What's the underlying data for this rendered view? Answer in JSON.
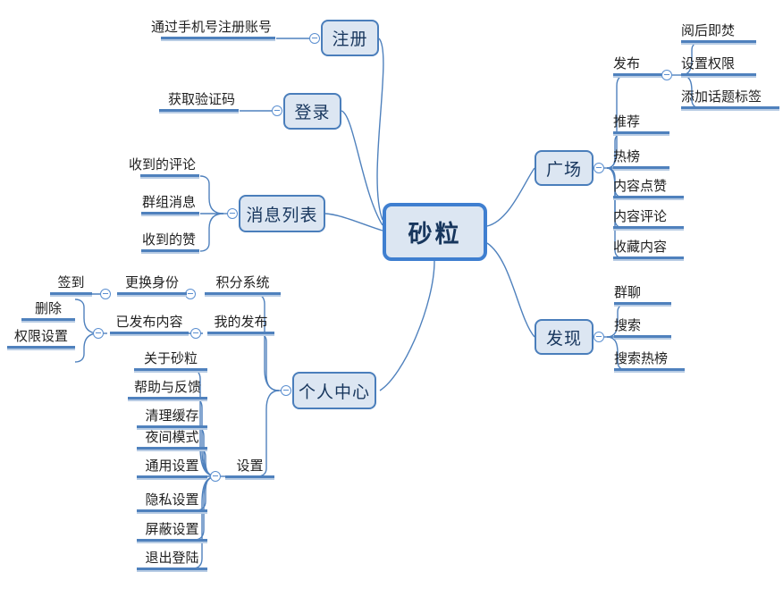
{
  "map": {
    "title": "砂粒",
    "colors": {
      "node_border": "#4a7ebb",
      "node_fill": "#dce6f2",
      "root_border": "#3f7fd0",
      "root_text": "#17365d",
      "branch_line": "#4f81bd",
      "leaf_shadow": "#b8cce4",
      "leaf_text": "#1f1f1f"
    },
    "root": {
      "label": "砂粒"
    },
    "branches": {
      "register": {
        "label": "注册",
        "children": [
          {
            "label": "通过手机号注册账号"
          }
        ]
      },
      "login": {
        "label": "登录",
        "children": [
          {
            "label": "获取验证码"
          }
        ]
      },
      "messages": {
        "label": "消息列表",
        "children": [
          {
            "label": "收到的评论"
          },
          {
            "label": "群组消息"
          },
          {
            "label": "收到的赞"
          }
        ]
      },
      "plaza": {
        "label": "广场",
        "children": [
          {
            "label": "发布",
            "children": [
              {
                "label": "阅后即焚"
              },
              {
                "label": "设置权限"
              },
              {
                "label": "添加话题标签"
              }
            ]
          },
          {
            "label": "推荐"
          },
          {
            "label": "热榜"
          },
          {
            "label": "内容点赞"
          },
          {
            "label": "内容评论"
          },
          {
            "label": "收藏内容"
          }
        ]
      },
      "discover": {
        "label": "发现",
        "children": [
          {
            "label": "群聊"
          },
          {
            "label": "搜索"
          },
          {
            "label": "搜索热榜"
          }
        ]
      },
      "profile": {
        "label": "个人中心",
        "children": [
          {
            "label": "积分系统",
            "children": [
              {
                "label": "更换身份",
                "children": [
                  {
                    "label": "签到"
                  }
                ]
              }
            ]
          },
          {
            "label": "我的发布",
            "children": [
              {
                "label": "已发布内容",
                "children": [
                  {
                    "label": "删除"
                  },
                  {
                    "label": "权限设置"
                  }
                ]
              }
            ]
          },
          {
            "label": "设置",
            "children": [
              {
                "label": "关于砂粒"
              },
              {
                "label": "帮助与反馈"
              },
              {
                "label": "清理缓存"
              },
              {
                "label": "夜间模式"
              },
              {
                "label": "通用设置"
              },
              {
                "label": "隐私设置"
              },
              {
                "label": "屏蔽设置"
              },
              {
                "label": "退出登陆"
              }
            ]
          }
        ]
      }
    }
  }
}
